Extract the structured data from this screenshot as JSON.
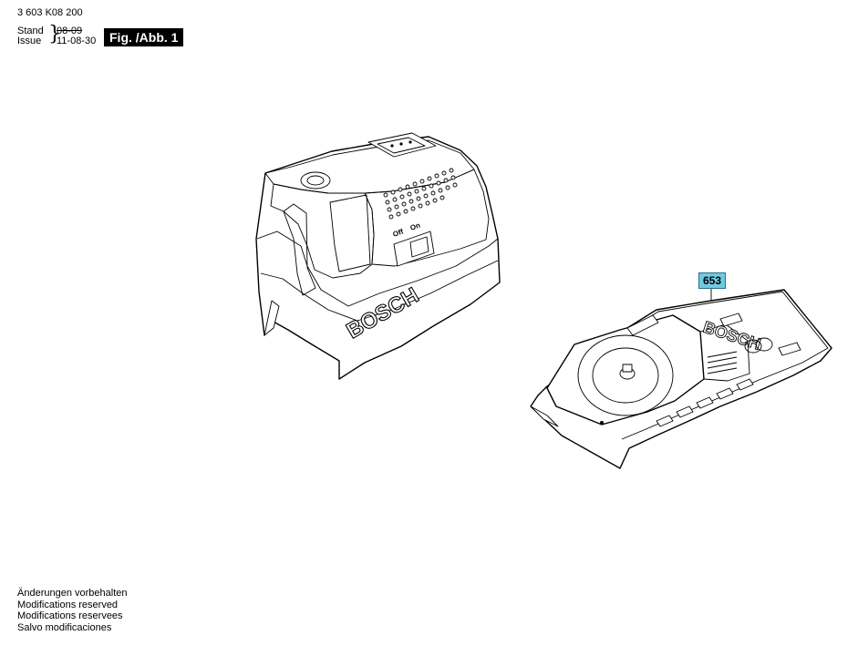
{
  "header": {
    "part_number": "3 603 K08 200",
    "stand_label": "Stand",
    "issue_label": "Issue",
    "stand_date_old": "08-09",
    "issue_date": "11-08-30",
    "figure_label": "Fig. /Abb. 1"
  },
  "callouts": [
    {
      "number": "653"
    }
  ],
  "product": {
    "brand_lettering": "BOSCH",
    "switch_marks": [
      "Off",
      "On"
    ]
  },
  "footer_notes": [
    "Änderungen vorbehalten",
    "Modifications reserved",
    "Modifications reservees",
    "Salvo modificaciones"
  ]
}
